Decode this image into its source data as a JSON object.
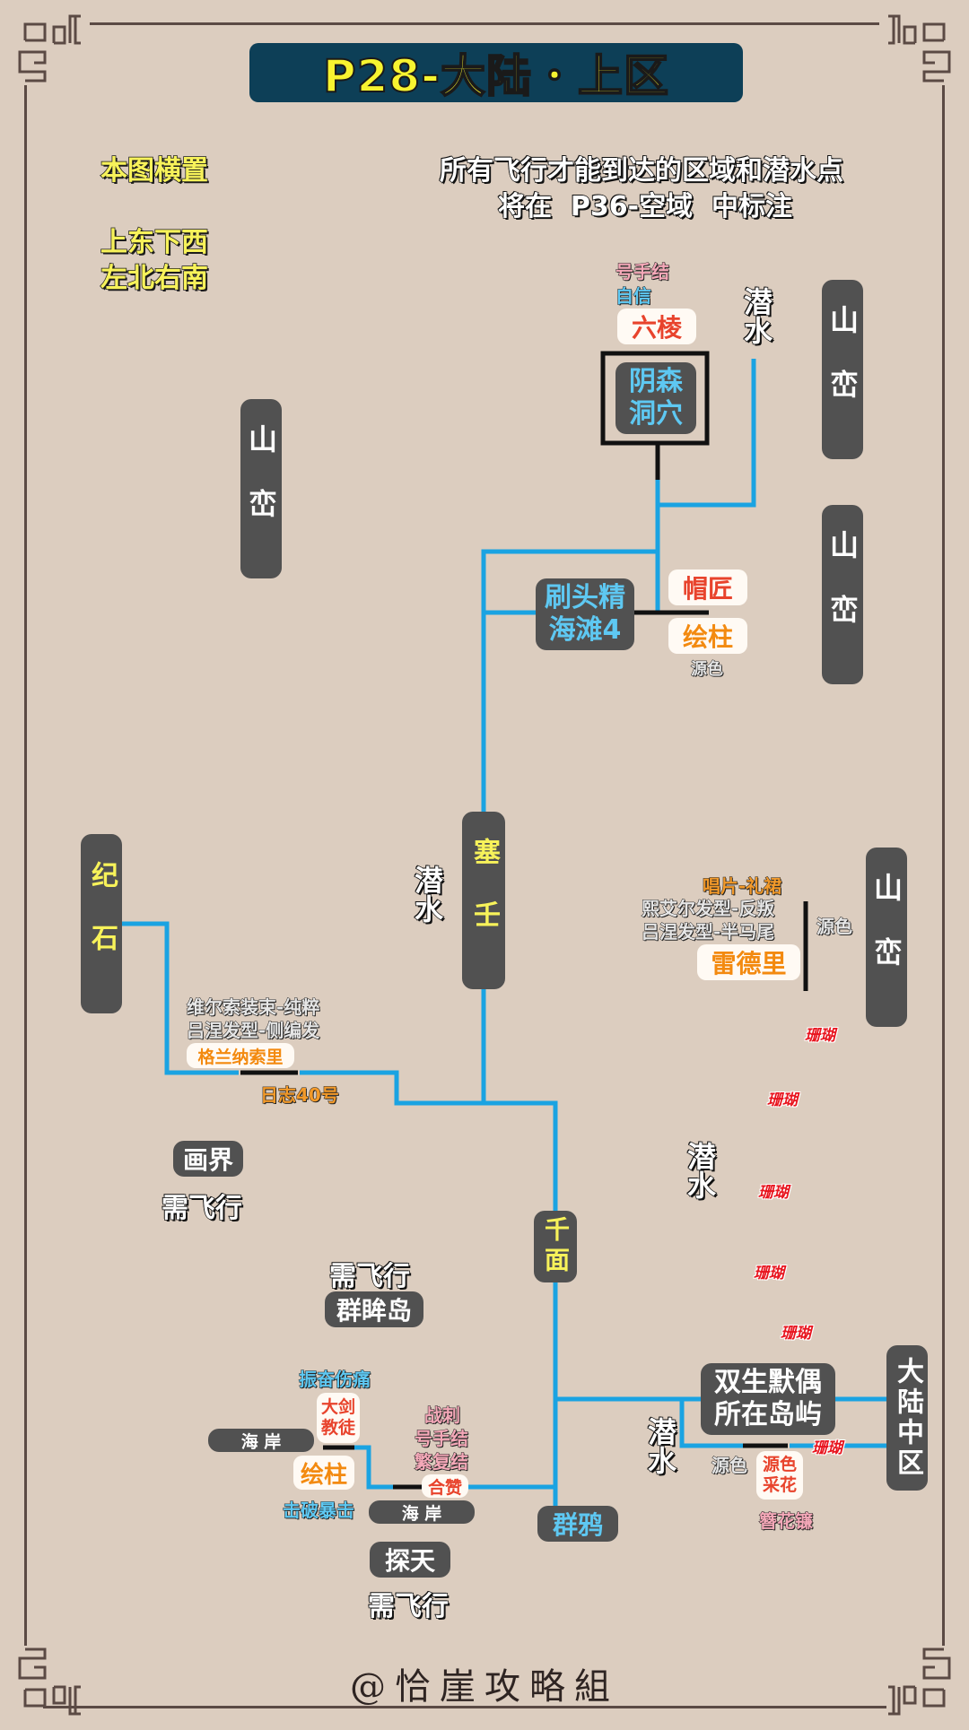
{
  "title": "P28-大陆・上区",
  "notes": {
    "orientation": "本图横置",
    "direction_line1": "上东下西",
    "direction_line2": "左北右南",
    "flight_note_line1": "所有飞行才能到达的区域和潜水点",
    "flight_note_line2": "将在  P36-空域  中标注"
  },
  "mountains": [
    {
      "id": "mountain-left",
      "label": "山峦"
    },
    {
      "id": "mountain-top-right-1",
      "label": "山峦"
    },
    {
      "id": "mountain-top-right-2",
      "label": "山峦"
    },
    {
      "id": "mountain-mid-right",
      "label": "山峦"
    }
  ],
  "locations": {
    "gloomy_cave": "阴森洞穴",
    "gloomy_cave_items": {
      "top": "号手结",
      "second": "自信",
      "boxed": "六棱"
    },
    "dive_top": "潜水",
    "brush_beach": "刷头精\n海滩4",
    "hatter": "帽匠",
    "painted_pillar_top": "绘柱",
    "painted_pillar_top_sub": "源色",
    "siren": "塞壬",
    "dive_mid": "潜水",
    "jishi": "纪石",
    "grannasori_items": [
      "维尔索装束-纯粹",
      "吕涅发型-侧编发"
    ],
    "grannasori": "格兰纳索里",
    "journal": "日志40号",
    "leideli_items": [
      "唱片-礼裙",
      "熙艾尔发型-反叛",
      "吕涅发型-半马尾"
    ],
    "leideli_side": "源色",
    "leideli": "雷德里",
    "coral_label": "珊瑚",
    "dive_right": "潜水",
    "painting_realm": "画界",
    "painting_realm_note": "需飞行",
    "thousand_faces": "千面",
    "islet_note": "需飞行",
    "islet": "群眸岛",
    "twin_puppet_island": "双生默偶\n所在岛屿",
    "mainland_middle": "大陆中区",
    "dive_bottom_right": "潜水",
    "twin_side_left": "源色",
    "twin_box": "源色\n采花",
    "twin_below": "簪花镰",
    "coral_twin": "珊瑚",
    "zhenfen": "振奋伤痛",
    "greatsword": "大剑\n教徒",
    "coast_left": "海 岸",
    "painted_pillar_bottom": "绘柱",
    "break_crit": "击破暴击",
    "zhanci_items": [
      "战刺",
      "号手结",
      "繁复结"
    ],
    "hezan": "合赞",
    "coast_bottom": "海 岸",
    "crows": "群鸦",
    "sky_probe": "探天",
    "sky_probe_note": "需飞行"
  },
  "colors": {
    "route_blue": "#1aa3e2",
    "connector_black": "#111111",
    "title_bg": "#0d3f57",
    "title_text": "#f7f430",
    "box_dark": "#515151",
    "background": "#dccdbf",
    "coral_red": "#e8141e"
  },
  "signature": "@恰崖攻略組"
}
